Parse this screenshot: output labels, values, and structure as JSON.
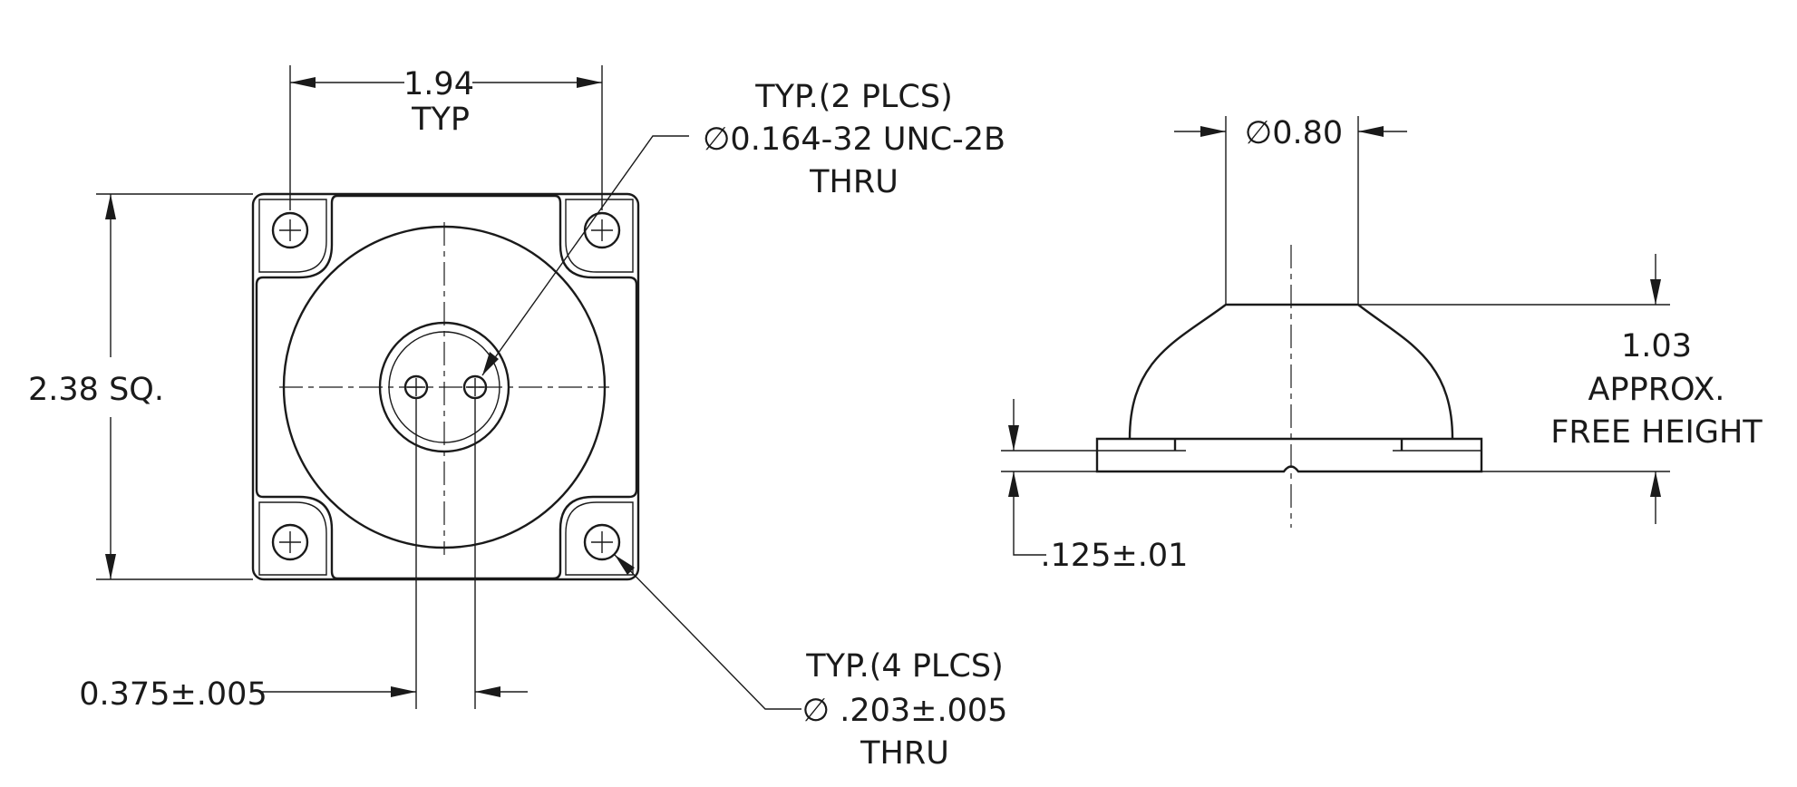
{
  "top_view": {
    "width_dim": {
      "value": "1.94",
      "note": "TYP"
    },
    "height_dim": "2.38 SQ.",
    "tapped_hole_callout": [
      "TYP.(2 PLCS)",
      "∅0.164-32 UNC-2B",
      "THRU"
    ],
    "mount_hole_callout": [
      "TYP.(4 PLCS)",
      "∅ .203±.005",
      "THRU"
    ],
    "hole_spacing_dim": "0.375±.005"
  },
  "side_view": {
    "top_diameter": "∅0.80",
    "free_height": [
      "1.03",
      "APPROX.",
      "FREE HEIGHT"
    ],
    "base_thickness": ".125±.01"
  }
}
